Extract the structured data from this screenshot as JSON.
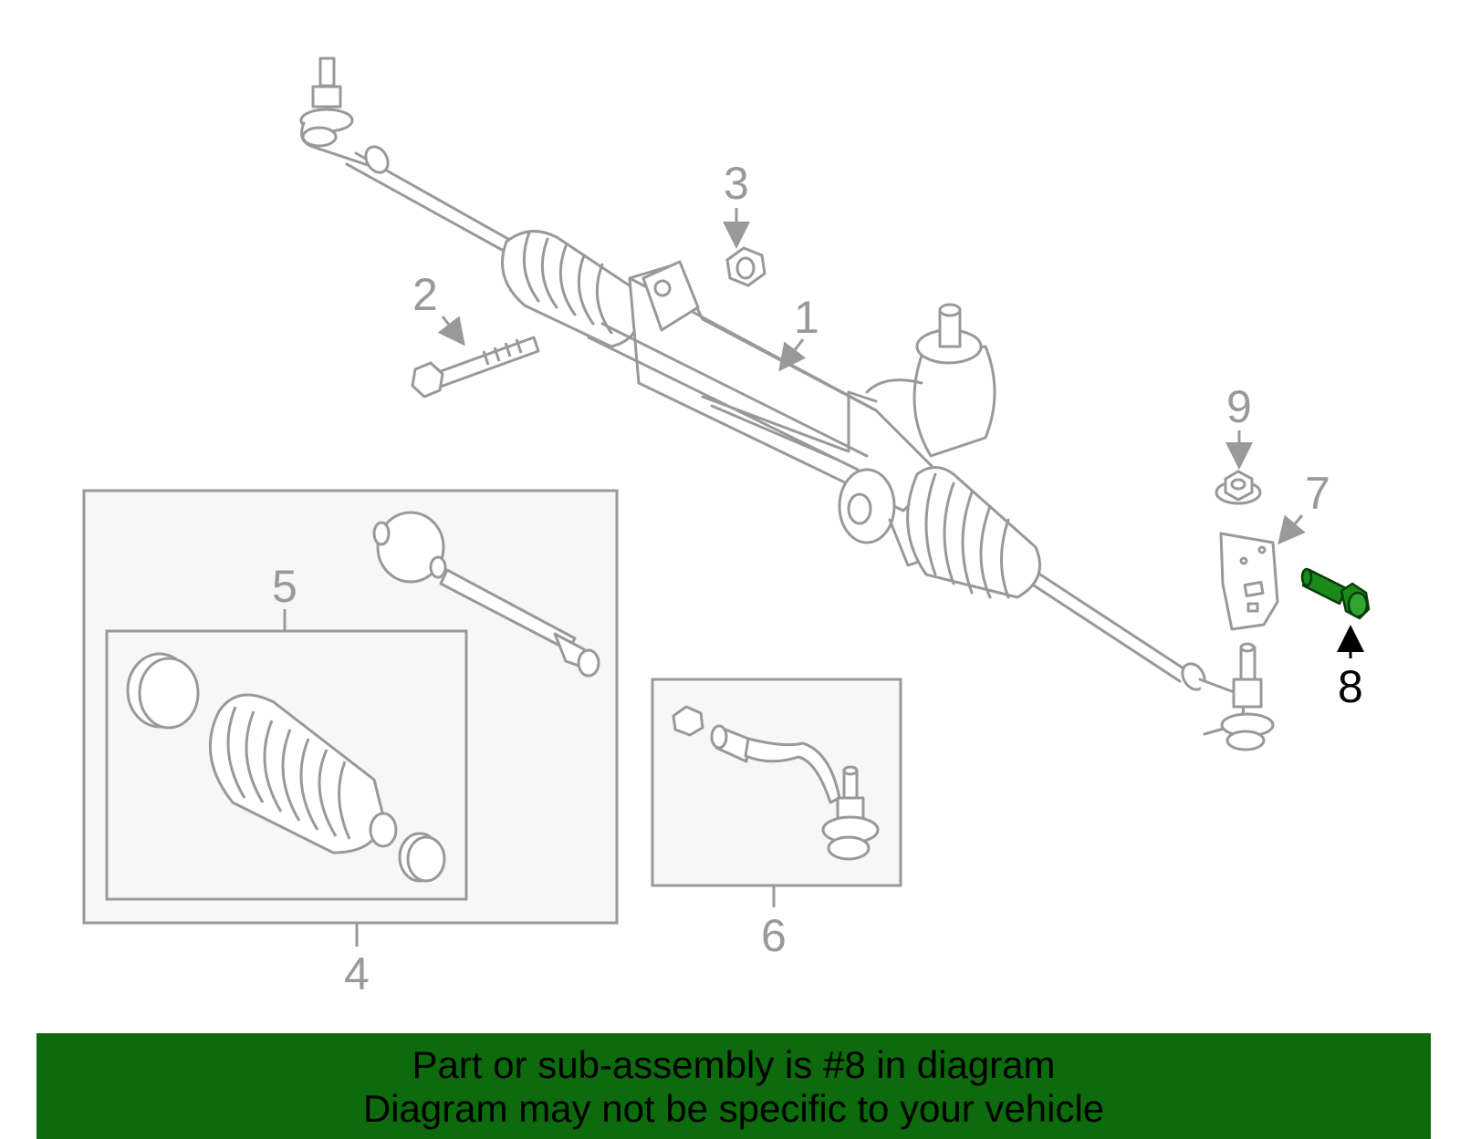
{
  "callouts": {
    "c1": "1",
    "c2": "2",
    "c3": "3",
    "c4": "4",
    "c5": "5",
    "c6": "6",
    "c7": "7",
    "c8": "8",
    "c9": "9"
  },
  "highlighted_part": "8",
  "banner": {
    "line1": "Part or sub-assembly is #8 in diagram",
    "line2": "Diagram may not be specific to your vehicle"
  },
  "colors": {
    "line": "#999999",
    "box_fill": "#f7f7f7",
    "highlight_part": "#1a8a1a",
    "banner_bg": "#0d6a0d"
  }
}
